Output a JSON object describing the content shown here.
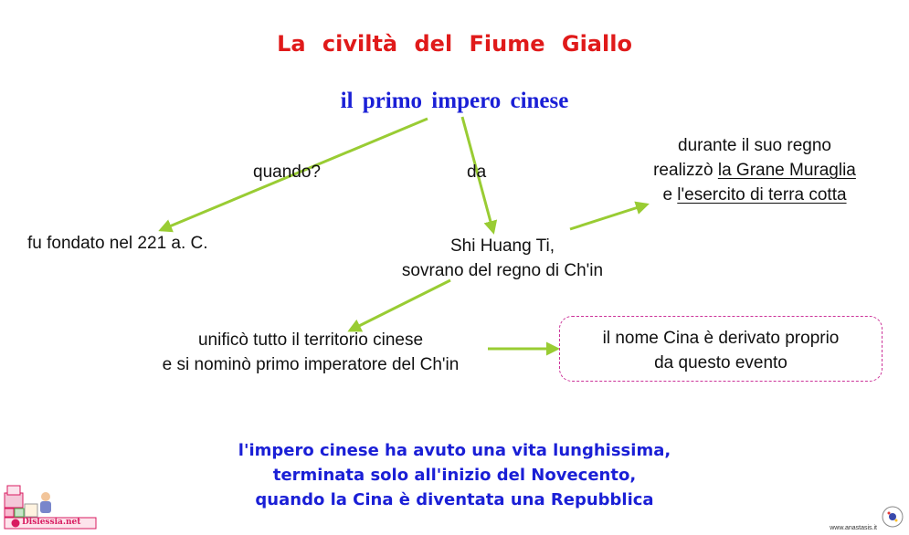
{
  "title": "La civiltà del Fiume Giallo",
  "subtitle": "il primo impero cinese",
  "labels": {
    "quando": "quando?",
    "da": "da"
  },
  "founded": "fu fondato nel 221 a. C.",
  "ruler": {
    "line1": "Shi Huang Ti,",
    "line2": "sovrano del regno di Ch'in"
  },
  "reign": {
    "line1": "durante il suo regno",
    "line2_prefix": "realizzò ",
    "line2_link": "la Grane Muraglia",
    "line3_prefix": "e ",
    "line3_link": "l'esercito di terra cotta"
  },
  "unified": {
    "line1": "unificò tutto il territorio cinese",
    "line2": "e si nominò primo imperatore del Ch'in"
  },
  "name_box": {
    "line1": "il nome Cina è derivato proprio",
    "line2": "da questo evento"
  },
  "bottom": {
    "line1": "l'impero cinese ha avuto una vita lunghissima,",
    "line2": "terminata solo all'inizio del Novecento,",
    "line3": "quando la Cina è diventata una Repubblica"
  },
  "footer": {
    "logo_text": "Dislessia.net",
    "site": "www.anastasis.it"
  },
  "colors": {
    "title": "#e01a1a",
    "subtitle": "#1a1fd6",
    "arrow": "#99cc33",
    "box_border": "#cc3399",
    "bottom_text": "#1a1fd6"
  }
}
